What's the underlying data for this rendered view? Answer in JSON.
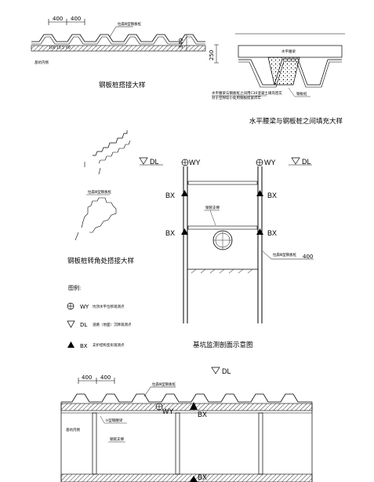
{
  "detail_sheetpile_lap": {
    "dim_left": "400",
    "dim_right": "400",
    "note_top": "拉森Ⅲ型钢板桩",
    "dim_small_1": "100",
    "dim_small_2": "15.5",
    "dim_small_3": "60",
    "dim_height": "340",
    "label_left": "基坑内侧",
    "caption": "钢板桩搭接大样"
  },
  "detail_waist_fill": {
    "label_beam": "水平腰梁",
    "note_line1": "水平腰梁与钢板桩之间用C30混凝土填充密实",
    "note_line2": "对于空隙较小处用钢板楔紧焊牢",
    "label_pile": "钢板桩",
    "dim_height": "250",
    "caption": "水平腰梁与钢板桩之间填充大样"
  },
  "detail_corner": {
    "note": "拉森Ⅲ型钢板桩",
    "caption": "钢板桩转角处搭接大样"
  },
  "legend": {
    "title": "图例:",
    "items": [
      {
        "symbol": "WY",
        "desc": "坑顶水平位移观测点"
      },
      {
        "symbol": "DL",
        "desc": "道路（地面）沉降观测点"
      },
      {
        "symbol": "BX",
        "desc": "支护结构变形观测点"
      }
    ]
  },
  "section_monitor": {
    "dl_left": "DL",
    "wy_left": "WY",
    "wy_right": "WY",
    "dl_right": "DL",
    "bx_labels": [
      "BX",
      "BX",
      "BX",
      "BX"
    ],
    "label_strut": "钢管支撑",
    "label_pile": "拉森Ⅲ型钢板桩",
    "dim_pile": "400",
    "caption": "基坑监测剖面示意图"
  },
  "plan_bottom": {
    "dl_label": "DL",
    "dim_left": "400",
    "dim_right": "400",
    "note_top": "拉森Ⅲ型钢板桩",
    "wy_label": "WY",
    "bx_top": "BX",
    "bx_bottom": "BX",
    "label_beam": "H型钢腰梁",
    "label_strut": "钢管支撑",
    "label_left": "基坑内侧"
  }
}
